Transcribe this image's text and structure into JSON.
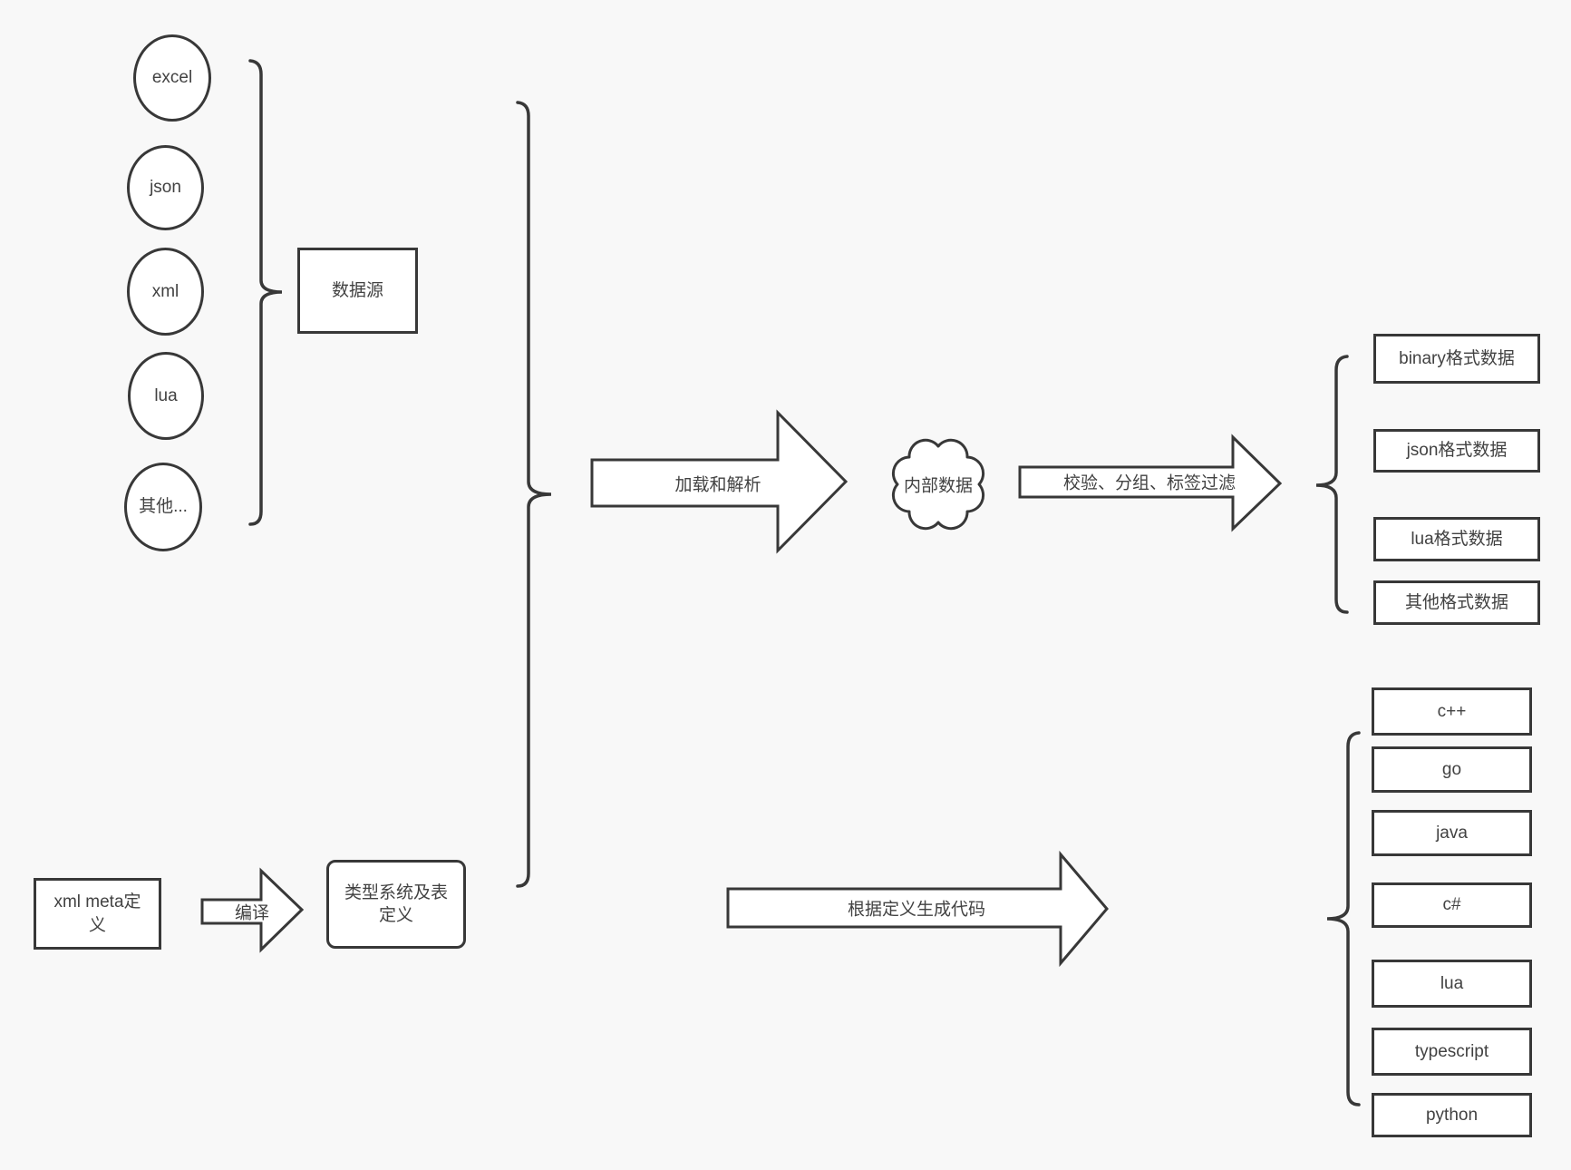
{
  "colors": {
    "background": "#f8f8f8",
    "shape_fill": "#ffffff",
    "stroke": "#383838",
    "text": "#424242"
  },
  "sources": {
    "group_label": "数据源",
    "items": [
      {
        "label": "excel"
      },
      {
        "label": "json"
      },
      {
        "label": "xml"
      },
      {
        "label": "lua"
      },
      {
        "label": "其他..."
      }
    ]
  },
  "pipeline": {
    "load_arrow_label": "加载和解析",
    "internal_data_label": "内部数据",
    "filter_arrow_label": "校验、分组、标签过滤",
    "output_formats": [
      {
        "label": "binary格式数据"
      },
      {
        "label": "json格式数据"
      },
      {
        "label": "lua格式数据"
      },
      {
        "label": "其他格式数据"
      }
    ]
  },
  "codegen": {
    "meta_box_label": "xml meta定义",
    "compile_arrow_label": "编译",
    "type_system_box_label": "类型系统及表定义",
    "codegen_arrow_label": "根据定义生成代码",
    "languages": [
      {
        "label": "c++"
      },
      {
        "label": "go"
      },
      {
        "label": "java"
      },
      {
        "label": "c#"
      },
      {
        "label": "lua"
      },
      {
        "label": "typescript"
      },
      {
        "label": "python"
      }
    ]
  }
}
